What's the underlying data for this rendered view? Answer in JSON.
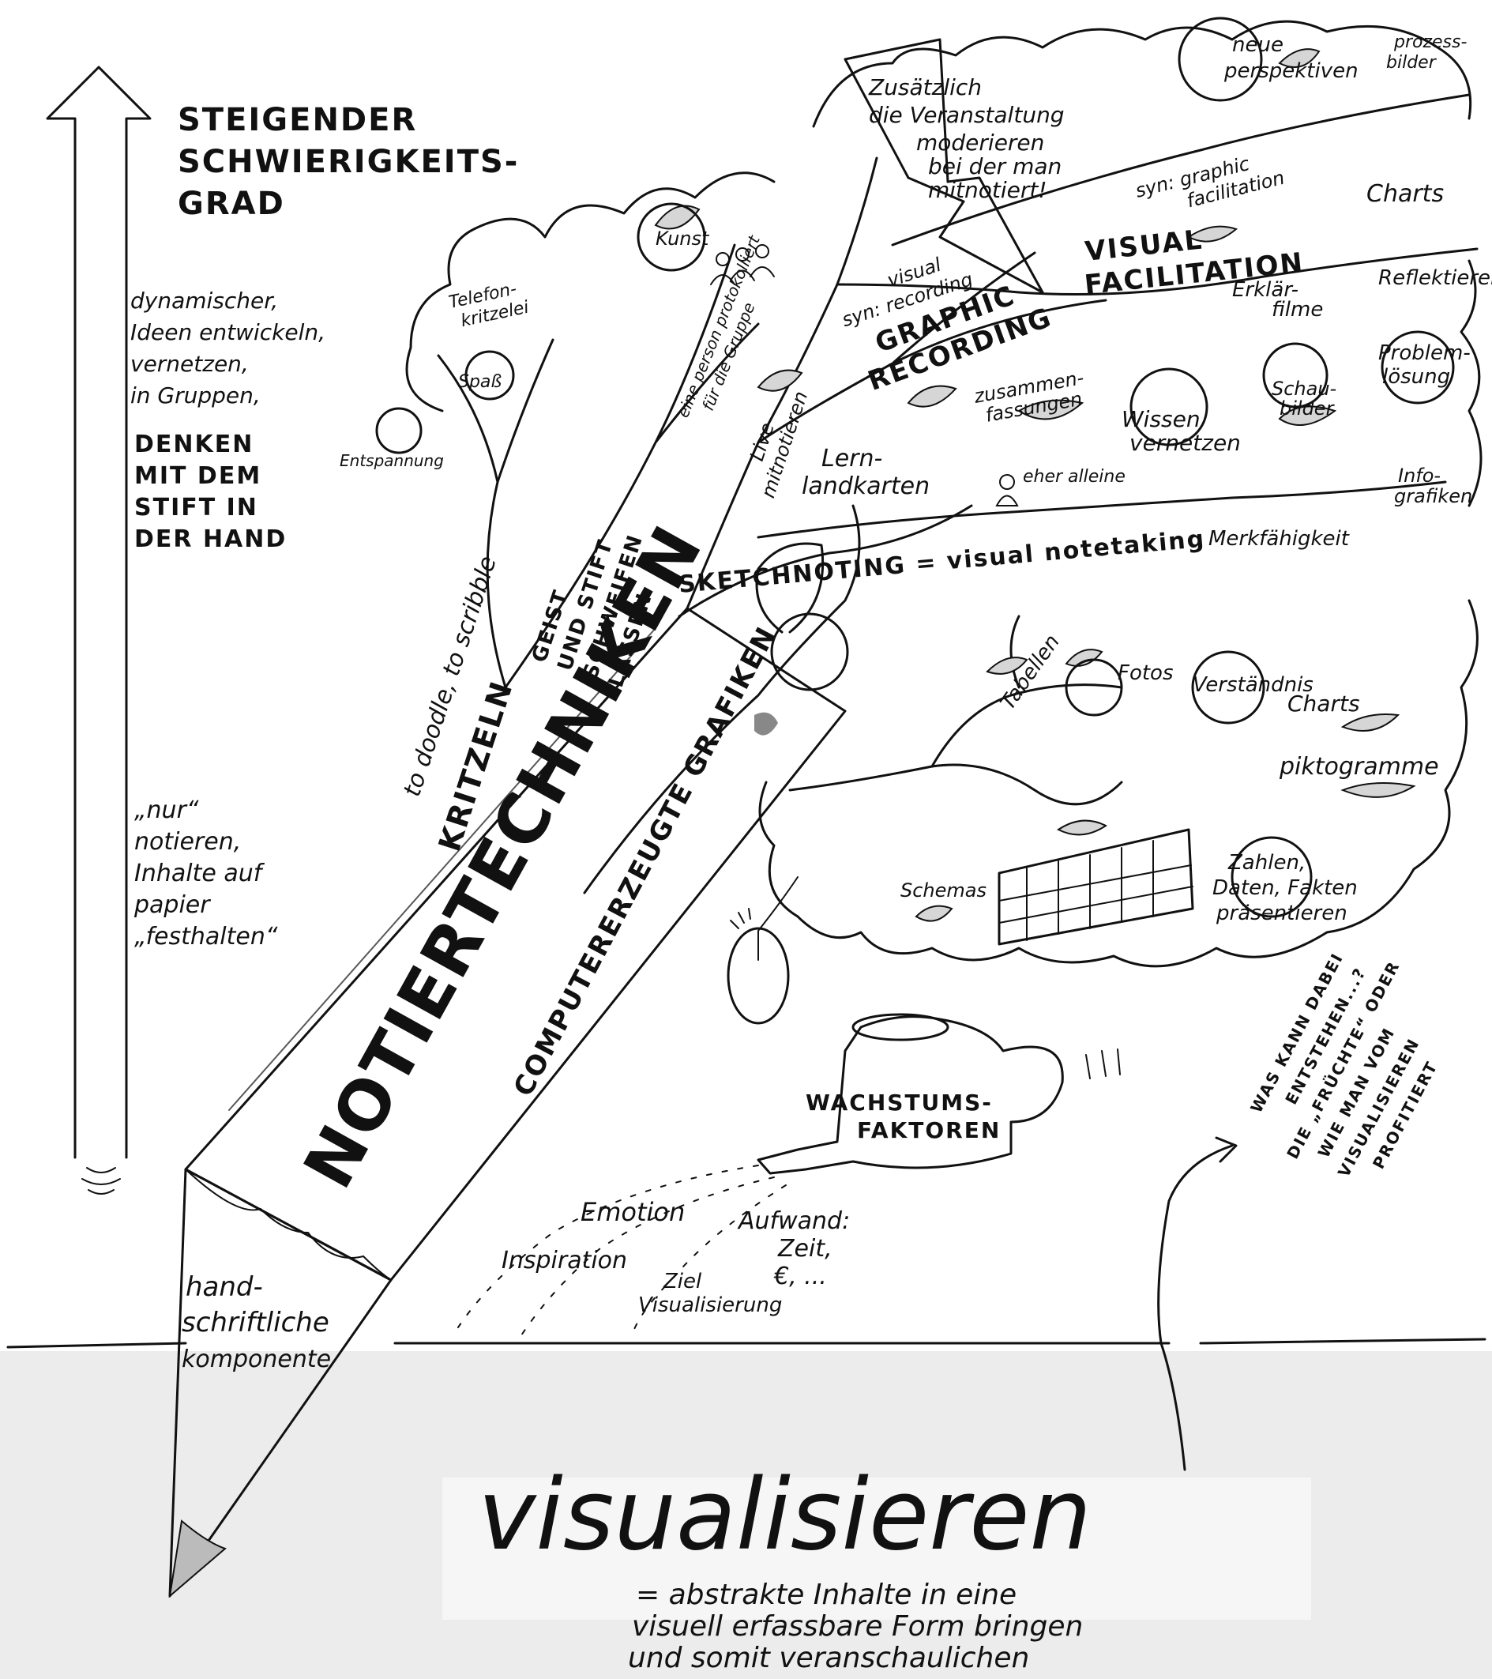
{
  "difficulty": {
    "title_lines": [
      "STEIGENDER",
      "SCHWIERIGKEITS-",
      "GRAD"
    ],
    "upper_lines": [
      "dynamischer,",
      "Ideen entwickeln,",
      "vernetzen,",
      "in Gruppen,"
    ],
    "denken_lines": [
      "DENKEN",
      "MIT DEM",
      "STIFT IN",
      "DER HAND"
    ],
    "lower_lines": [
      "„nur“",
      "notieren,",
      "Inhalte auf",
      "papier",
      "„festhalten“"
    ]
  },
  "pencil": {
    "main_label": "NOTIERTECHNIKEN",
    "tip_lines": [
      "hand-",
      "schriftliche",
      "komponente"
    ]
  },
  "branches": {
    "kritzeln": "KRITZELN",
    "doodle": "to doodle, to scribble",
    "geist_lines": [
      "GEIST",
      "UND STIFT",
      "SCHWEIFEN",
      "LASSEN"
    ],
    "computer": "COMPUTERERZEUGTE GRAFIKEN",
    "sketchnoting": "SKETCHNOTING = visual notetaking",
    "graphic_recording_lines": [
      "GRAPHIC",
      "RECORDING"
    ],
    "graphic_recording_syn_lines": [
      "visual",
      "syn: recording"
    ],
    "visual_facilitation_lines": [
      "VISUAL",
      "FACILITATION"
    ],
    "visual_facilitation_syn_lines": [
      "syn: graphic",
      "facilitation"
    ],
    "live_lines": [
      "Live",
      "mitnotieren"
    ],
    "person_lines": [
      "eine person protokolliert",
      "für die Gruppe"
    ],
    "zusaetzlich_lines": [
      "Zusätzlich",
      "die Veranstaltung",
      "moderieren",
      "bei der man",
      "mitnotiert!"
    ]
  },
  "fruits": {
    "entspannung": "Entspannung",
    "spass": "Spaß",
    "telefon_lines": [
      "Telefon-",
      "kritzelei"
    ],
    "kunst": "Kunst",
    "neue_lines": [
      "neue",
      "perspektiven"
    ],
    "prozess_lines": [
      "prozess-",
      "bilder"
    ],
    "charts_top": "Charts",
    "erklaer_lines": [
      "Erklär-",
      "filme"
    ],
    "reflektieren": "Reflektieren",
    "problem_lines": [
      "Problem-",
      "lösung"
    ],
    "schau_lines": [
      "Schau-",
      "bilder"
    ],
    "zusammen_lines": [
      "zusammen-",
      "fassungen"
    ],
    "wissen_lines": [
      "Wissen",
      "vernetzen"
    ],
    "lern_lines": [
      "Lern-",
      "landkarten"
    ],
    "eher_alleine": "eher alleine",
    "info_lines": [
      "Info-",
      "grafiken"
    ],
    "merk": "Merkfähigkeit",
    "tabellen": "Tabellen",
    "fotos": "Fotos",
    "verstaendnis": "Verständnis",
    "charts_low": "Charts",
    "piktogramme": "piktogramme",
    "schemas": "Schemas",
    "zahlen_lines": [
      "Zahlen,",
      "Daten, Fakten",
      "präsentieren"
    ]
  },
  "growth": {
    "title_lines": [
      "WACHSTUMS-",
      "FAKTOREN"
    ],
    "emotion": "Emotion",
    "inspiration": "Inspiration",
    "aufwand_lines": [
      "Aufwand:",
      "Zeit,",
      "€, ..."
    ],
    "ziel_lines": [
      "Ziel",
      "Visualisierung"
    ]
  },
  "question_lines": [
    "WAS KANN DABEI",
    "ENTSTEHEN...?",
    "DIE „FRÜCHTE“ ODER",
    "WIE MAN VOM",
    "VISUALISIEREN",
    "PROFITIERT"
  ],
  "headline": "visualisieren",
  "definition_lines": [
    "= abstrakte Inhalte in eine",
    "visuell erfassbare Form bringen",
    "und somit veranschaulichen"
  ]
}
